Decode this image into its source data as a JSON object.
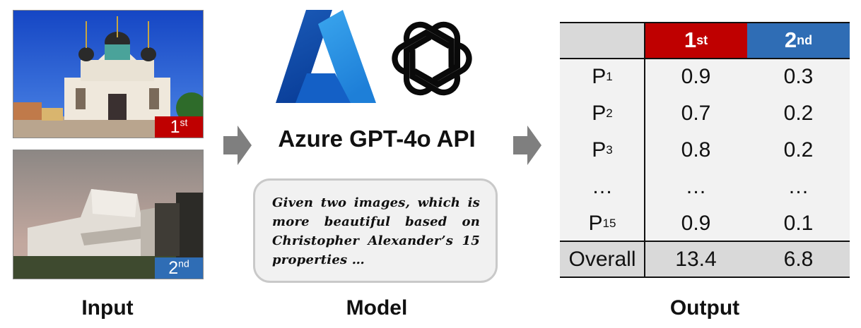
{
  "input": {
    "caption": "Input",
    "images": [
      {
        "rank_base": "1",
        "rank_suffix": "st",
        "badge_color": "#bf0000"
      },
      {
        "rank_base": "2",
        "rank_suffix": "nd",
        "badge_color": "#2f6db5"
      }
    ]
  },
  "model": {
    "caption": "Model",
    "title": "Azure GPT-4o API",
    "logos": [
      "azure-logo",
      "openai-logo"
    ],
    "prompt": "Given two images, which is more beautiful based on Christopher Alexander’s 15 properties …"
  },
  "output": {
    "caption": "Output",
    "columns": [
      {
        "base": "1",
        "suffix": "st",
        "color": "#bf0000"
      },
      {
        "base": "2",
        "suffix": "nd",
        "color": "#2f6db5"
      }
    ],
    "rows": [
      {
        "label": "P",
        "sub": "1",
        "v1": "0.9",
        "v2": "0.3"
      },
      {
        "label": "P",
        "sub": "2",
        "v1": "0.7",
        "v2": "0.2"
      },
      {
        "label": "P",
        "sub": "3",
        "v1": "0.8",
        "v2": "0.2"
      },
      {
        "label": "…",
        "sub": "",
        "v1": "…",
        "v2": "…"
      },
      {
        "label": "P",
        "sub": "15",
        "v1": "0.9",
        "v2": "0.1"
      }
    ],
    "overall": {
      "label": "Overall",
      "v1": "13.4",
      "v2": "6.8"
    }
  },
  "colors": {
    "header_bg": "#d9d9d9",
    "body_bg": "#f2f2f2",
    "arrow": "#7f7f7f"
  }
}
